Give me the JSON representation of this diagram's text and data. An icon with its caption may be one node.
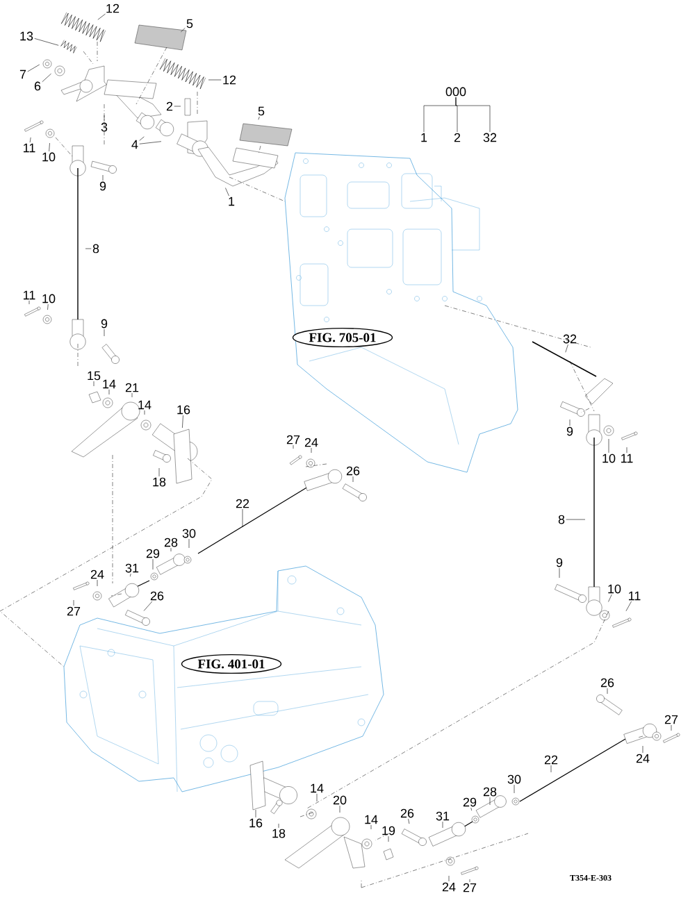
{
  "diagram": {
    "nodes": [
      {
        "text": [
          "12"
        ]
      },
      {
        "text": [
          "5"
        ]
      },
      {
        "text": [
          "13"
        ]
      },
      {
        "text": [
          "7"
        ]
      },
      {
        "text": [
          "12"
        ]
      },
      {
        "text": [
          "6"
        ]
      },
      {
        "text": [
          "000"
        ]
      },
      {
        "text": [
          "2"
        ]
      },
      {
        "text": [
          "5"
        ]
      },
      {
        "text": [
          "3"
        ]
      },
      {
        "text": [
          "1"
        ]
      },
      {
        "text": [
          "2"
        ]
      },
      {
        "text": [
          "32"
        ]
      },
      {
        "text": [
          "4"
        ]
      },
      {
        "text": [
          "11"
        ]
      },
      {
        "text": [
          "10"
        ]
      },
      {
        "text": [
          "9"
        ]
      },
      {
        "text": [
          "1"
        ]
      },
      {
        "text": [
          "8"
        ]
      },
      {
        "text": [
          "11"
        ]
      },
      {
        "text": [
          "10"
        ]
      },
      {
        "text": [
          "9"
        ]
      },
      {
        "text": [
          "FIG. 705-01"
        ]
      },
      {
        "text": [
          "32"
        ]
      },
      {
        "text": [
          "15"
        ]
      },
      {
        "text": [
          "21"
        ]
      },
      {
        "text": [
          "14"
        ]
      },
      {
        "text": [
          "14"
        ]
      },
      {
        "text": [
          "16"
        ]
      },
      {
        "text": [
          "9"
        ]
      },
      {
        "text": [
          "27"
        ]
      },
      {
        "text": [
          "24"
        ]
      },
      {
        "text": [
          "10"
        ]
      },
      {
        "text": [
          "11"
        ]
      },
      {
        "text": [
          "26"
        ]
      },
      {
        "text": [
          "18"
        ]
      },
      {
        "text": [
          "22"
        ]
      },
      {
        "text": [
          "8"
        ]
      },
      {
        "text": [
          "30"
        ]
      },
      {
        "text": [
          "28"
        ]
      },
      {
        "text": [
          "29"
        ]
      },
      {
        "text": [
          "9"
        ]
      },
      {
        "text": [
          "31"
        ]
      },
      {
        "text": [
          "24"
        ]
      },
      {
        "text": [
          "10"
        ]
      },
      {
        "text": [
          "11"
        ]
      },
      {
        "text": [
          "26"
        ]
      },
      {
        "text": [
          "27"
        ]
      },
      {
        "text": [
          "FIG. 401-01"
        ]
      },
      {
        "text": [
          "26"
        ]
      },
      {
        "text": [
          "27"
        ]
      },
      {
        "text": [
          "24"
        ]
      },
      {
        "text": [
          "22"
        ]
      },
      {
        "text": [
          "30"
        ]
      },
      {
        "text": [
          "14"
        ]
      },
      {
        "text": [
          "28"
        ]
      },
      {
        "text": [
          "20"
        ]
      },
      {
        "text": [
          "29"
        ]
      },
      {
        "text": [
          "26"
        ]
      },
      {
        "text": [
          "31"
        ]
      },
      {
        "text": [
          "14"
        ]
      },
      {
        "text": [
          "16"
        ]
      },
      {
        "text": [
          "19"
        ]
      },
      {
        "text": [
          "18"
        ]
      },
      {
        "text": [
          "24"
        ]
      },
      {
        "text": [
          "27"
        ]
      }
    ],
    "edges": [
      {
        "from": 0,
        "to": null,
        "arrow": "none"
      },
      {
        "from": 1,
        "to": null,
        "arrow": "none"
      },
      {
        "from": 2,
        "to": null,
        "arrow": "none"
      },
      {
        "from": 3,
        "to": null,
        "arrow": "none"
      },
      {
        "from": 4,
        "to": null,
        "arrow": "none"
      },
      {
        "from": 5,
        "to": null,
        "arrow": "none"
      },
      {
        "from": 6,
        "to": 10,
        "arrow": "none"
      },
      {
        "from": 6,
        "to": 11,
        "arrow": "none"
      },
      {
        "from": 6,
        "to": 12,
        "arrow": "none"
      },
      {
        "from": 7,
        "to": null,
        "arrow": "none"
      },
      {
        "from": 8,
        "to": null,
        "arrow": "none"
      },
      {
        "from": 9,
        "to": null,
        "arrow": "none"
      },
      {
        "from": 13,
        "to": null,
        "arrow": "none"
      },
      {
        "from": 13,
        "to": null,
        "arrow": "none"
      },
      {
        "from": 14,
        "to": null,
        "arrow": "none"
      },
      {
        "from": 15,
        "to": null,
        "arrow": "none"
      },
      {
        "from": 16,
        "to": null,
        "arrow": "none"
      },
      {
        "from": 17,
        "to": null,
        "arrow": "none"
      },
      {
        "from": 18,
        "to": null,
        "arrow": "none"
      },
      {
        "from": 19,
        "to": null,
        "arrow": "none"
      },
      {
        "from": 20,
        "to": null,
        "arrow": "none"
      },
      {
        "from": 21,
        "to": null,
        "arrow": "none"
      },
      {
        "from": 23,
        "to": null,
        "arrow": "none"
      },
      {
        "from": 24,
        "to": null,
        "arrow": "none"
      },
      {
        "from": 25,
        "to": null,
        "arrow": "none"
      },
      {
        "from": 26,
        "to": null,
        "arrow": "none"
      },
      {
        "from": 27,
        "to": null,
        "arrow": "none"
      },
      {
        "from": 28,
        "to": null,
        "arrow": "none"
      },
      {
        "from": 29,
        "to": null,
        "arrow": "none"
      },
      {
        "from": 30,
        "to": null,
        "arrow": "none"
      },
      {
        "from": 31,
        "to": null,
        "arrow": "none"
      },
      {
        "from": 32,
        "to": null,
        "arrow": "none"
      },
      {
        "from": 33,
        "to": null,
        "arrow": "none"
      },
      {
        "from": 34,
        "to": null,
        "arrow": "none"
      },
      {
        "from": 35,
        "to": null,
        "arrow": "none"
      },
      {
        "from": 36,
        "to": null,
        "arrow": "none"
      },
      {
        "from": 37,
        "to": null,
        "arrow": "none"
      },
      {
        "from": 38,
        "to": null,
        "arrow": "none"
      },
      {
        "from": 39,
        "to": null,
        "arrow": "none"
      },
      {
        "from": 40,
        "to": null,
        "arrow": "none"
      },
      {
        "from": 41,
        "to": null,
        "arrow": "none"
      },
      {
        "from": 42,
        "to": null,
        "arrow": "none"
      },
      {
        "from": 43,
        "to": null,
        "arrow": "none"
      },
      {
        "from": 44,
        "to": null,
        "arrow": "none"
      },
      {
        "from": 45,
        "to": null,
        "arrow": "none"
      },
      {
        "from": 46,
        "to": null,
        "arrow": "none"
      },
      {
        "from": 47,
        "to": null,
        "arrow": "none"
      },
      {
        "from": 49,
        "to": null,
        "arrow": "none"
      },
      {
        "from": 50,
        "to": null,
        "arrow": "none"
      },
      {
        "from": 51,
        "to": null,
        "arrow": "none"
      },
      {
        "from": 52,
        "to": null,
        "arrow": "none"
      },
      {
        "from": 53,
        "to": null,
        "arrow": "none"
      },
      {
        "from": 54,
        "to": null,
        "arrow": "none"
      },
      {
        "from": 55,
        "to": null,
        "arrow": "none"
      },
      {
        "from": 56,
        "to": null,
        "arrow": "none"
      },
      {
        "from": 57,
        "to": null,
        "arrow": "none"
      },
      {
        "from": 58,
        "to": null,
        "arrow": "none"
      },
      {
        "from": 59,
        "to": null,
        "arrow": "none"
      },
      {
        "from": 60,
        "to": null,
        "arrow": "none"
      },
      {
        "from": 61,
        "to": null,
        "arrow": "none"
      },
      {
        "from": 62,
        "to": null,
        "arrow": "none"
      },
      {
        "from": 63,
        "to": null,
        "arrow": "none"
      },
      {
        "from": 64,
        "to": null,
        "arrow": "none"
      },
      {
        "from": 65,
        "to": null,
        "arrow": "none"
      }
    ],
    "labels": [
      "T354-E-303"
    ]
  }
}
